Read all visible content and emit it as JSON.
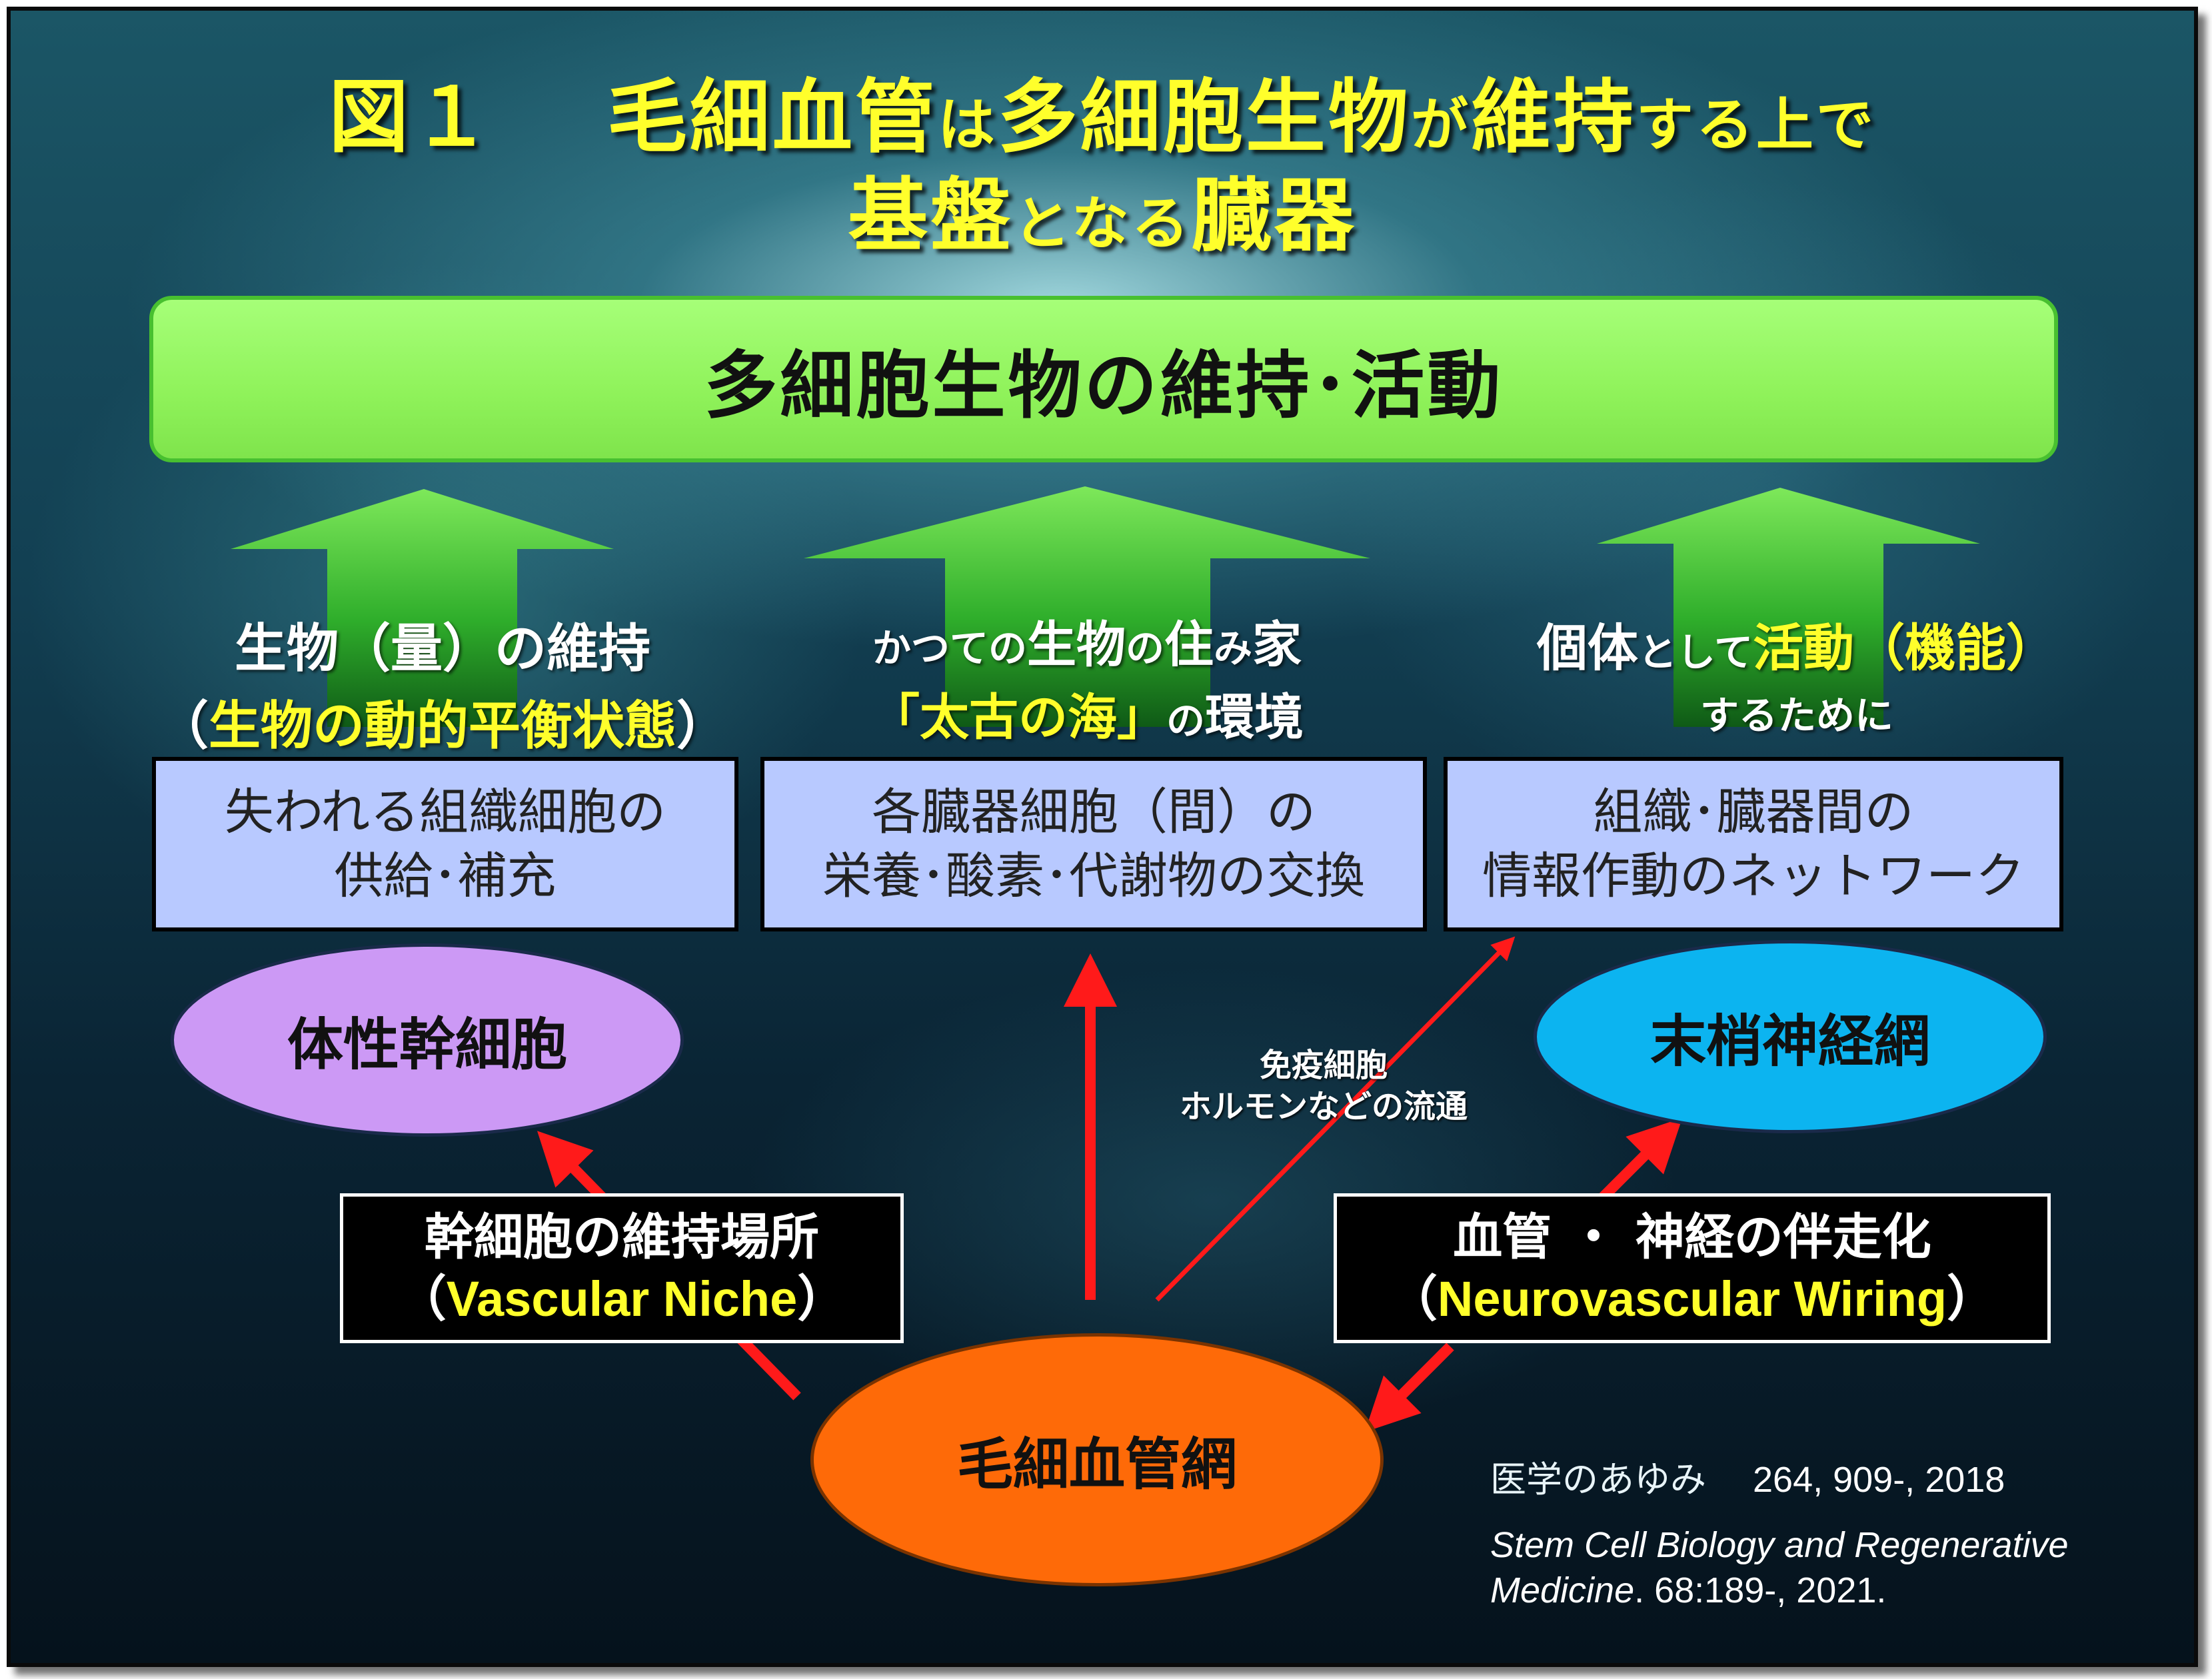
{
  "title": {
    "line1_prefix": "図１　 ",
    "line1_a": "毛細血管",
    "line1_b": "は",
    "line1_c": "多細胞生物",
    "line1_d": "が",
    "line1_e": "維持",
    "line1_f": "する上で",
    "line2_a": "基盤",
    "line2_b": "となる",
    "line2_c": "臓器"
  },
  "top_bar": "多細胞生物の維持･活動",
  "captions": {
    "left_line1": "生物（量）の維持",
    "left_line2_open": "（",
    "left_line2_highlight": "生物の動的平衡状態",
    "left_line2_close": "）",
    "center_line1_a": "かつての",
    "center_line1_b": "生物",
    "center_line1_c": "の",
    "center_line1_d": "住",
    "center_line1_e": "み",
    "center_line1_f": "家",
    "center_line2_highlight": "「太古の海」",
    "center_line2_a": "の",
    "center_line2_b": "環境",
    "right_line1_a": "個体",
    "right_line1_b": "として",
    "right_line1_highlight": "活動（機能）",
    "right_line2": "するために"
  },
  "boxes": {
    "left": [
      "失われる組織細胞の",
      "供給･補充"
    ],
    "center": [
      "各臓器細胞（間）の",
      "栄養･酸素･代謝物の交換"
    ],
    "right": [
      "組織･臓器間の",
      "情報作動のネットワーク"
    ]
  },
  "ellipses": {
    "stem": "体性幹細胞",
    "nerve": "末梢神経網",
    "capillary": "毛細血管網"
  },
  "flow_label": [
    "免疫細胞",
    "ホルモンなどの流通"
  ],
  "black_boxes": {
    "left_line1": "幹細胞の維持場所",
    "left_line2_open": "（",
    "left_line2_highlight": "Vascular Niche",
    "left_line2_close": "）",
    "right_line1": "血管 ・ 神経の伴走化",
    "right_line2_open": "（",
    "right_line2_highlight": "Neurovascular Wiring",
    "right_line2_close": "）"
  },
  "references": {
    "ref1_source": "医学のあゆみ",
    "ref1_detail": "264, 909-, 2018",
    "ref2_journal_line1": "Stem Cell Biology and Regenerative",
    "ref2_journal_line2": "Medicine",
    "ref2_detail": ". 68:189-, 2021."
  },
  "colors": {
    "title_yellow": "#ffff2b",
    "top_bar_green": "#8ff25a",
    "box_blue": "#b8c9ff",
    "stem_purple": "#cc99f5",
    "nerve_cyan": "#0cb4f0",
    "capillary_orange": "#fe6a08",
    "arrow_red": "#ff1a1a",
    "up_arrow_green": "#2fae2b"
  }
}
